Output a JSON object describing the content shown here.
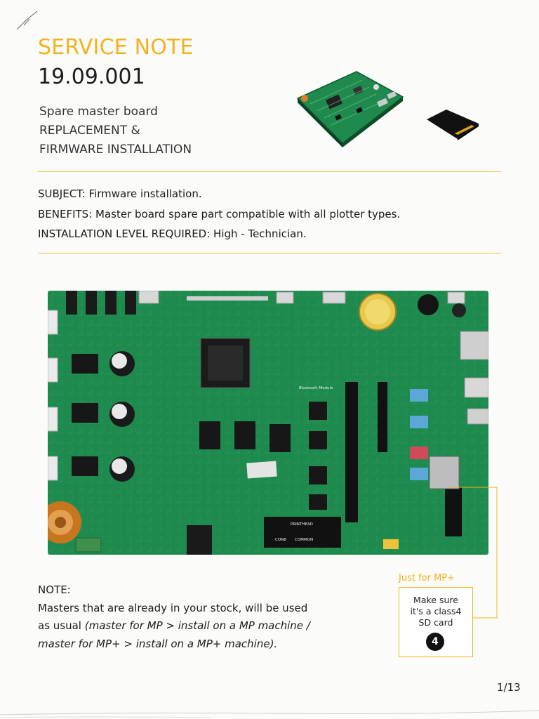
{
  "header": {
    "title": "SERVICE NOTE",
    "number": "19.09.001",
    "subtitle_lines": [
      "Spare master board",
      "REPLACEMENT &",
      "FIRMWARE INSTALLATION"
    ]
  },
  "info": {
    "subject": "SUBJECT:  Firmware installation.",
    "benefits": "BENEFITS: Master board spare part compatible with all plotter types.",
    "level": "INSTALLATION LEVEL REQUIRED: High - Technician."
  },
  "note": {
    "heading": "NOTE:",
    "line1": "Masters that are already in your stock, will be used",
    "line2_plain": "as usual ",
    "line2_italic": "(master for MP > install on a MP machine /",
    "line3_italic": "master for MP+ > install on a MP+ machine)."
  },
  "callout": {
    "label": "Just for MP+",
    "lines": [
      "Make sure",
      "it's a class4",
      "SD card"
    ],
    "badge": "4"
  },
  "board_labels": {
    "bluetooth": "Bluetooth Module",
    "printhead": "PRINTHEAD",
    "conn1": "CON8",
    "conn2": "COMMON"
  },
  "pager": "1/13",
  "colors": {
    "accent": "#f2b21e",
    "pcb": "#1f8a4e",
    "pcb_dark": "#16693a"
  }
}
